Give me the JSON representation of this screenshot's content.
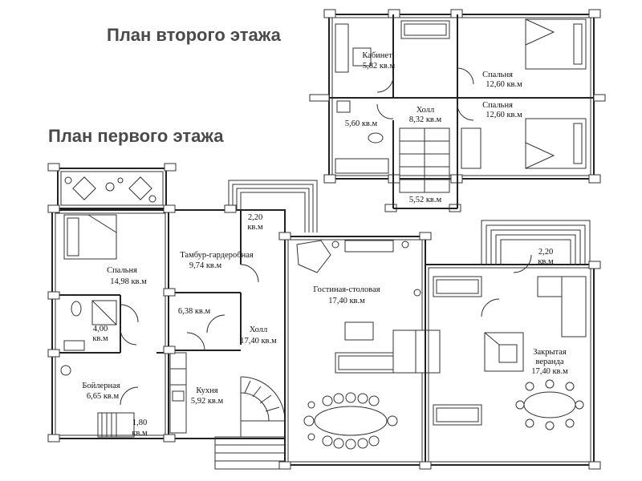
{
  "headings": {
    "second_floor": "План второго этажа",
    "first_floor": "План первого этажа"
  },
  "rooms_second_floor": [
    {
      "name": "Кабинет",
      "area": "5,82 кв.м"
    },
    {
      "name": "Спальня",
      "area": "12,60 кв.м"
    },
    {
      "name": "Холл",
      "area": "8,32 кв.м"
    },
    {
      "name": "Спальня",
      "area": "12,60 кв.м"
    },
    {
      "name": "",
      "area": "5,60 кв.м"
    },
    {
      "name": "",
      "area": "5,52 кв.м"
    }
  ],
  "rooms_first_floor": [
    {
      "name": "Спальня",
      "area": "14,98 кв.м"
    },
    {
      "name": "Тамбур-гардеробная",
      "area": "9,74 кв.м"
    },
    {
      "name": "",
      "area": "2,20",
      "area2": "кв.м"
    },
    {
      "name": "Гостиная-столовая",
      "area": "17,40 кв.м"
    },
    {
      "name": "",
      "area": "2,20",
      "area2": "кв.м"
    },
    {
      "name": "",
      "area": "6,38 кв.м"
    },
    {
      "name": "",
      "area": "4,00",
      "area2": "кв.м"
    },
    {
      "name": "Холл",
      "area": "17,40 кв.м"
    },
    {
      "name": "Закрытая",
      "name2": "веранда",
      "area": "17,40 кв.м"
    },
    {
      "name": "Кухня",
      "area": "5,92 кв.м"
    },
    {
      "name": "Бойлерная",
      "area": "6,65 кв.м"
    },
    {
      "name": "",
      "area": "1,80",
      "area2": "кв.м"
    }
  ]
}
